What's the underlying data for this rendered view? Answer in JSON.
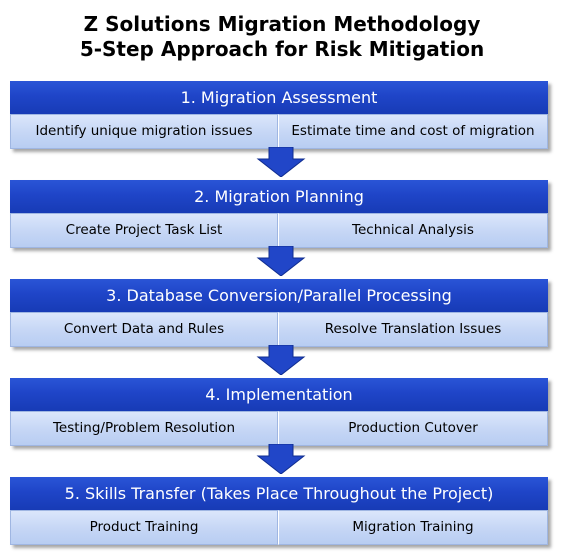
{
  "title": {
    "line1": "Z Solutions Migration Methodology",
    "line2": "5-Step Approach for Risk Mitigation"
  },
  "steps": [
    {
      "heading": "1. Migration Assessment",
      "left": "Identify unique migration issues",
      "right": "Estimate time and cost of migration"
    },
    {
      "heading": "2. Migration Planning",
      "left": "Create Project Task List",
      "right": "Technical Analysis"
    },
    {
      "heading": "3. Database Conversion/Parallel Processing",
      "left": "Convert Data and Rules",
      "right": "Resolve Translation Issues"
    },
    {
      "heading": "4. Implementation",
      "left": "Testing/Problem Resolution",
      "right": "Production Cutover"
    },
    {
      "heading": "5. Skills Transfer (Takes Place Throughout the Project)",
      "left": "Product Training",
      "right": "Migration Training"
    }
  ],
  "colors": {
    "header_blue": "#1f45c8",
    "cell_light_blue": "#c5d6f5",
    "arrow_blue": "#2146c8"
  },
  "icons": {
    "connector": "down-arrow-icon"
  }
}
